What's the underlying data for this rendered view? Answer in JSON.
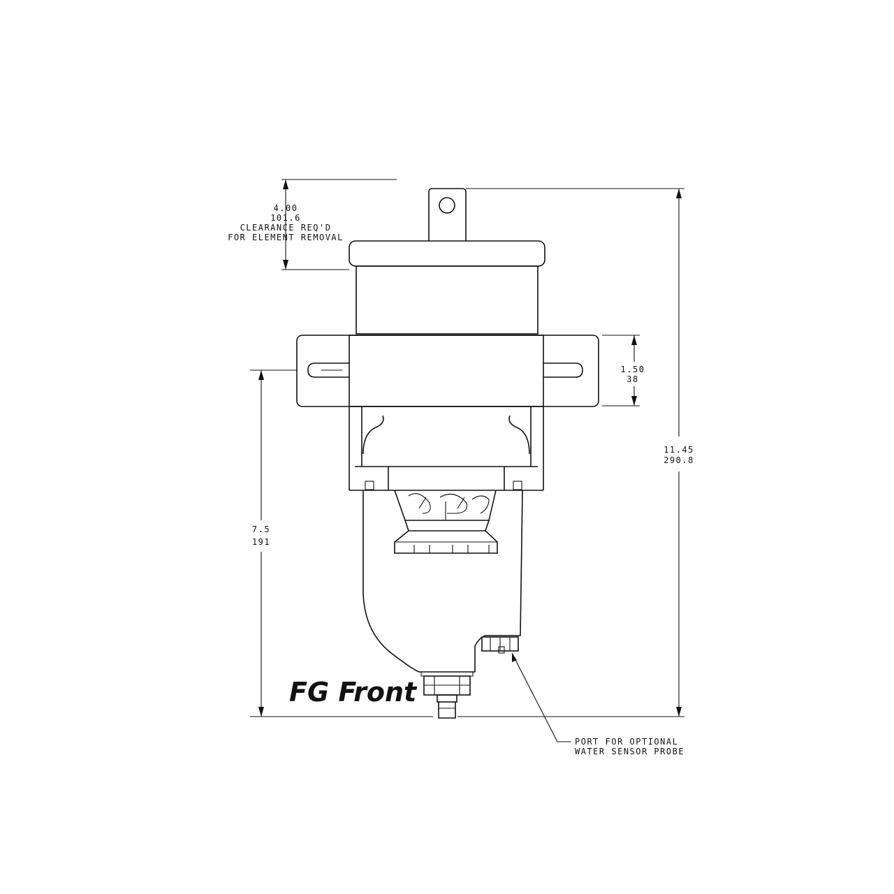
{
  "title": "FG Front",
  "dimensions": {
    "clearance": {
      "in": "4.00",
      "mm": "101.6",
      "note_line1": "CLEARANCE REQ'D",
      "note_line2": "FOR ELEMENT REMOVAL"
    },
    "bracket": {
      "in": "1.50",
      "mm": "38"
    },
    "overall": {
      "in": "11.45",
      "mm": "290.8"
    },
    "mount_to_bottom": {
      "in": "7.5",
      "mm": "191"
    }
  },
  "callout": {
    "line1": "PORT FOR OPTIONAL",
    "line2": "WATER SENSOR PROBE"
  }
}
